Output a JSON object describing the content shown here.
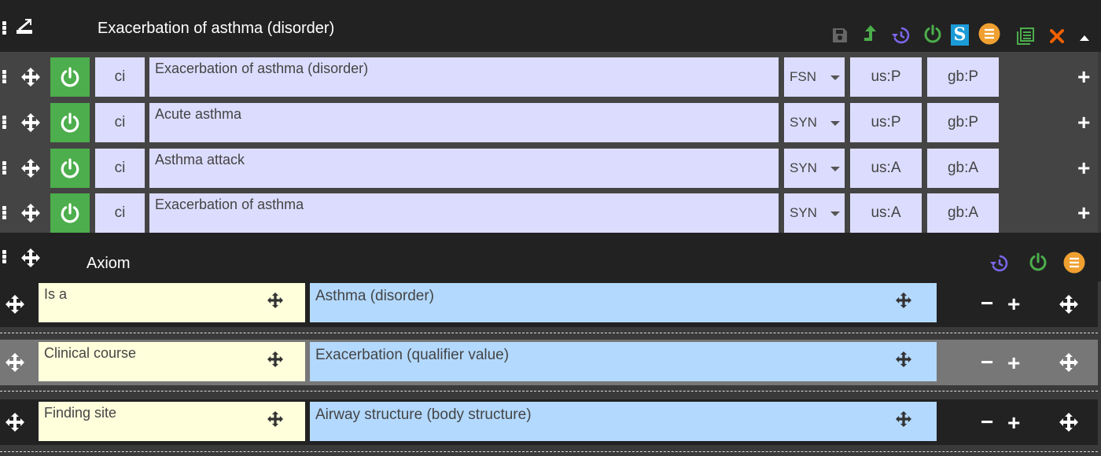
{
  "header": {
    "title": "Exacerbation of asthma (disorder)",
    "icons": [
      "drag-handle-icon",
      "export-icon",
      "save-icon",
      "promote-icon",
      "history-icon",
      "power-icon",
      "s-icon",
      "menu-icon",
      "list-icon",
      "close-icon",
      "collapse-icon"
    ],
    "s_label": "S",
    "colors": {
      "promote": "#4cae4c",
      "history": "#7b68ee",
      "power": "#4cae4c",
      "s_bg": "#1a9bd7",
      "menu": "#f0a030",
      "list": "#4cae4c",
      "close": "#f06000"
    }
  },
  "descriptions": [
    {
      "case": "ci",
      "term": "Exacerbation of asthma (disorder)",
      "type": "FSN",
      "us": "us:P",
      "gb": "gb:P"
    },
    {
      "case": "ci",
      "term": "Acute asthma",
      "type": "SYN",
      "us": "us:P",
      "gb": "gb:P"
    },
    {
      "case": "ci",
      "term": "Asthma attack",
      "type": "SYN",
      "us": "us:A",
      "gb": "gb:A"
    },
    {
      "case": "ci",
      "term": "Exacerbation of asthma",
      "type": "SYN",
      "us": "us:A",
      "gb": "gb:A"
    }
  ],
  "axiom": {
    "title": "Axiom",
    "relationships": [
      {
        "type": "Is a",
        "target": "Asthma (disorder)"
      },
      {
        "type": "Clinical course",
        "target": "Exacerbation (qualifier value)"
      },
      {
        "type": "Finding site",
        "target": "Airway structure (body structure)"
      }
    ]
  },
  "symbols": {
    "plus": "+",
    "minus": "−"
  }
}
